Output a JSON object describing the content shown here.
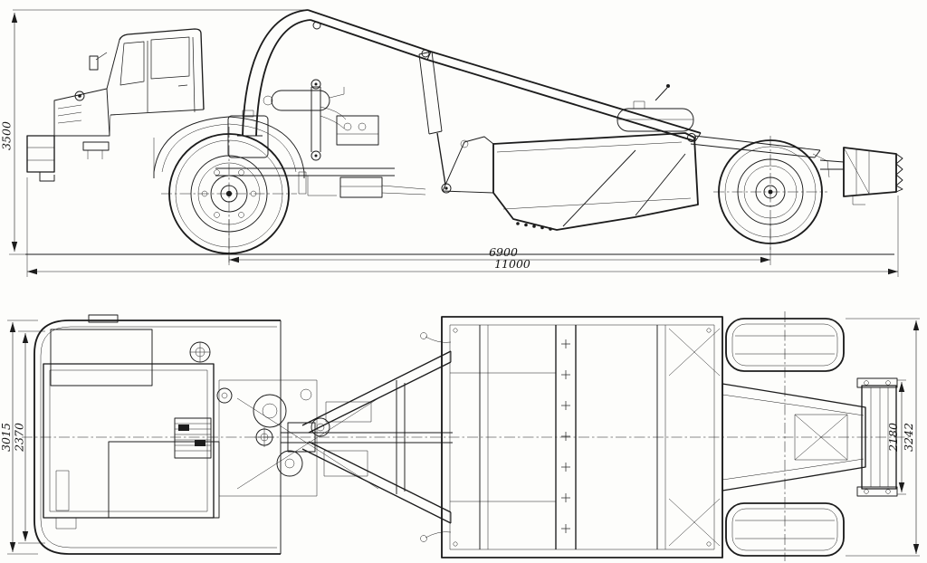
{
  "colors": {
    "ink": "#1c1c1c",
    "paper": "#fdfdfb"
  },
  "dimensions": {
    "side": {
      "height": "3500",
      "wheelbase": "6900",
      "length": "11000"
    },
    "plan": {
      "overall_width": "3015",
      "tractor_width": "2370",
      "rear_frame_width": "2180",
      "rear_track_width": "3242"
    }
  }
}
